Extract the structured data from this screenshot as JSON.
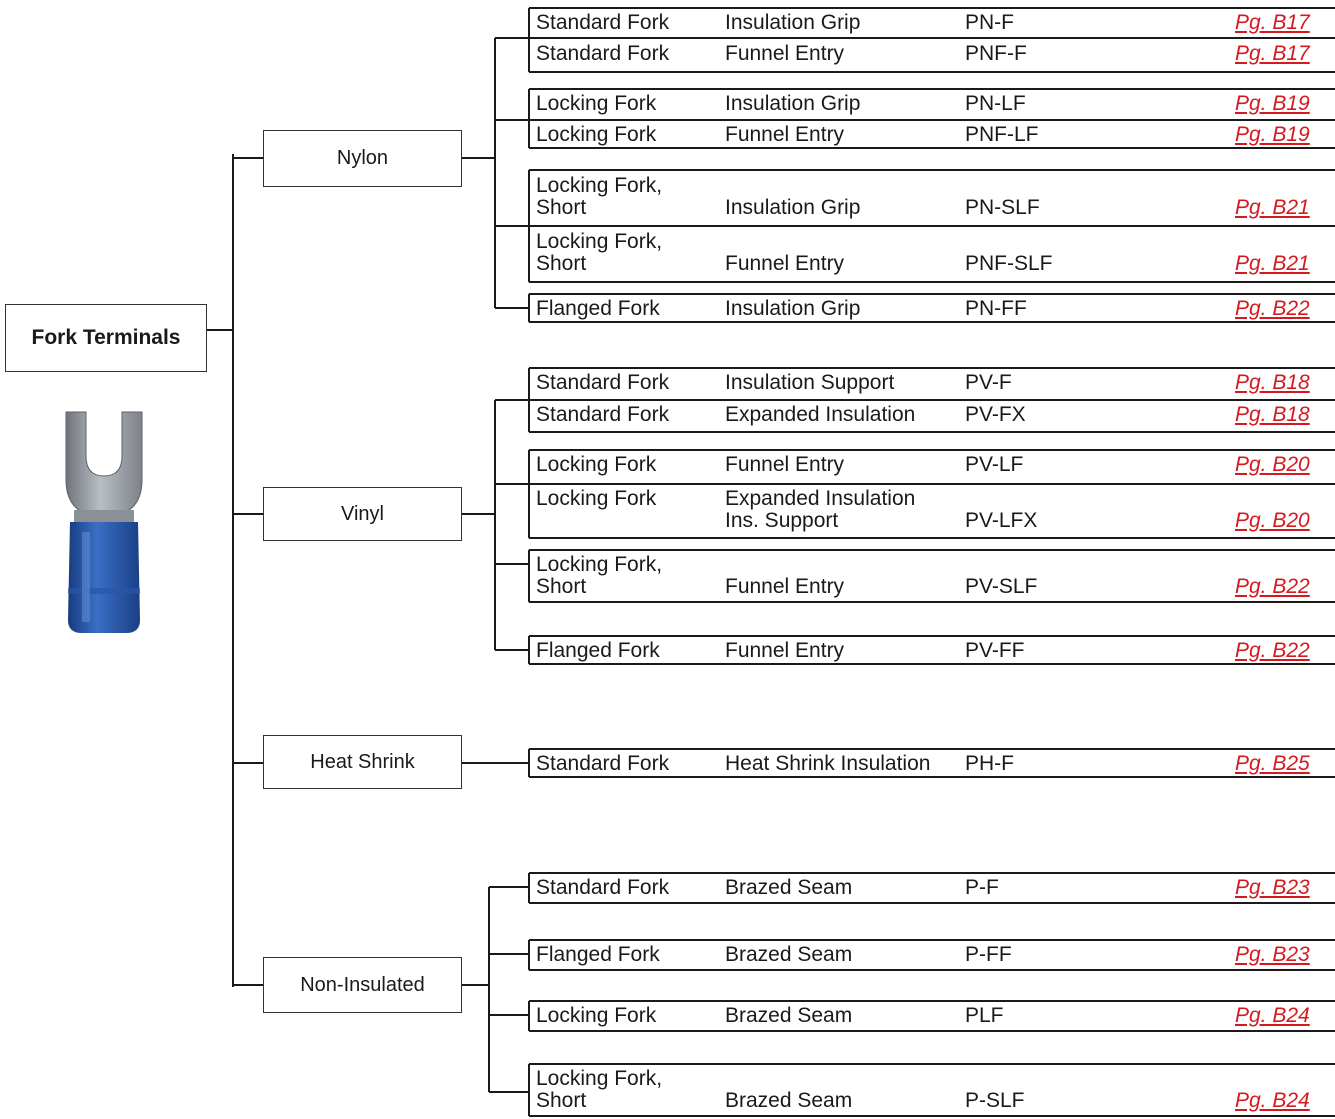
{
  "root": {
    "label": "Fork Terminals"
  },
  "categories": [
    {
      "label": "Nylon",
      "rows": [
        {
          "type": [
            "Standard Fork"
          ],
          "feature": "Insulation Grip",
          "part": "PN-F",
          "page": "Pg. B17"
        },
        {
          "type": [
            "Standard Fork"
          ],
          "feature": "Funnel Entry",
          "part": "PNF-F",
          "page": "Pg. B17"
        },
        {
          "type": [
            "Locking Fork"
          ],
          "feature": "Insulation Grip",
          "part": "PN-LF",
          "page": "Pg. B19"
        },
        {
          "type": [
            "Locking Fork"
          ],
          "feature": "Funnel Entry",
          "part": "PNF-LF",
          "page": "Pg. B19"
        },
        {
          "type": [
            "Locking Fork,",
            "Short"
          ],
          "feature": "Insulation Grip",
          "part": "PN-SLF",
          "page": "Pg. B21"
        },
        {
          "type": [
            "Locking Fork,",
            "Short"
          ],
          "feature": "Funnel Entry",
          "part": "PNF-SLF",
          "page": "Pg. B21"
        },
        {
          "type": [
            "Flanged Fork"
          ],
          "feature": "Insulation Grip",
          "part": "PN-FF",
          "page": "Pg. B22"
        }
      ]
    },
    {
      "label": "Vinyl",
      "rows": [
        {
          "type": [
            "Standard Fork"
          ],
          "feature": "Insulation Support",
          "part": "PV-F",
          "page": "Pg. B18"
        },
        {
          "type": [
            "Standard Fork"
          ],
          "feature": "Expanded Insulation",
          "part": "PV-FX",
          "page": "Pg. B18"
        },
        {
          "type": [
            "Locking Fork"
          ],
          "feature": "Funnel Entry",
          "part": "PV-LF",
          "page": "Pg. B20"
        },
        {
          "type": [
            "Locking Fork"
          ],
          "feature": [
            "Expanded Insulation",
            "Ins. Support"
          ],
          "part": "PV-LFX",
          "page": "Pg. B20"
        },
        {
          "type": [
            "Locking Fork,",
            "Short"
          ],
          "feature": "Funnel Entry",
          "part": "PV-SLF",
          "page": "Pg. B22"
        },
        {
          "type": [
            "Flanged Fork"
          ],
          "feature": "Funnel Entry",
          "part": "PV-FF",
          "page": "Pg. B22"
        }
      ]
    },
    {
      "label": "Heat Shrink",
      "rows": [
        {
          "type": [
            "Standard Fork"
          ],
          "feature": "Heat Shrink Insulation",
          "part": "PH-F",
          "page": "Pg. B25"
        }
      ]
    },
    {
      "label": "Non-Insulated",
      "rows": [
        {
          "type": [
            "Standard Fork"
          ],
          "feature": "Brazed Seam",
          "part": "P-F",
          "page": "Pg. B23"
        },
        {
          "type": [
            "Flanged Fork"
          ],
          "feature": "Brazed Seam",
          "part": "P-FF",
          "page": "Pg. B23"
        },
        {
          "type": [
            "Locking Fork"
          ],
          "feature": "Brazed Seam",
          "part": "PLF",
          "page": "Pg. B24"
        },
        {
          "type": [
            "Locking Fork,",
            "Short"
          ],
          "feature": "Brazed Seam",
          "part": "P-SLF",
          "page": "Pg. B24"
        }
      ]
    }
  ],
  "colors": {
    "link": "#d4191f",
    "line": "#1a1a1a",
    "terminal_blue": "#1f4f9e",
    "terminal_metal": "#9aa0a6"
  }
}
